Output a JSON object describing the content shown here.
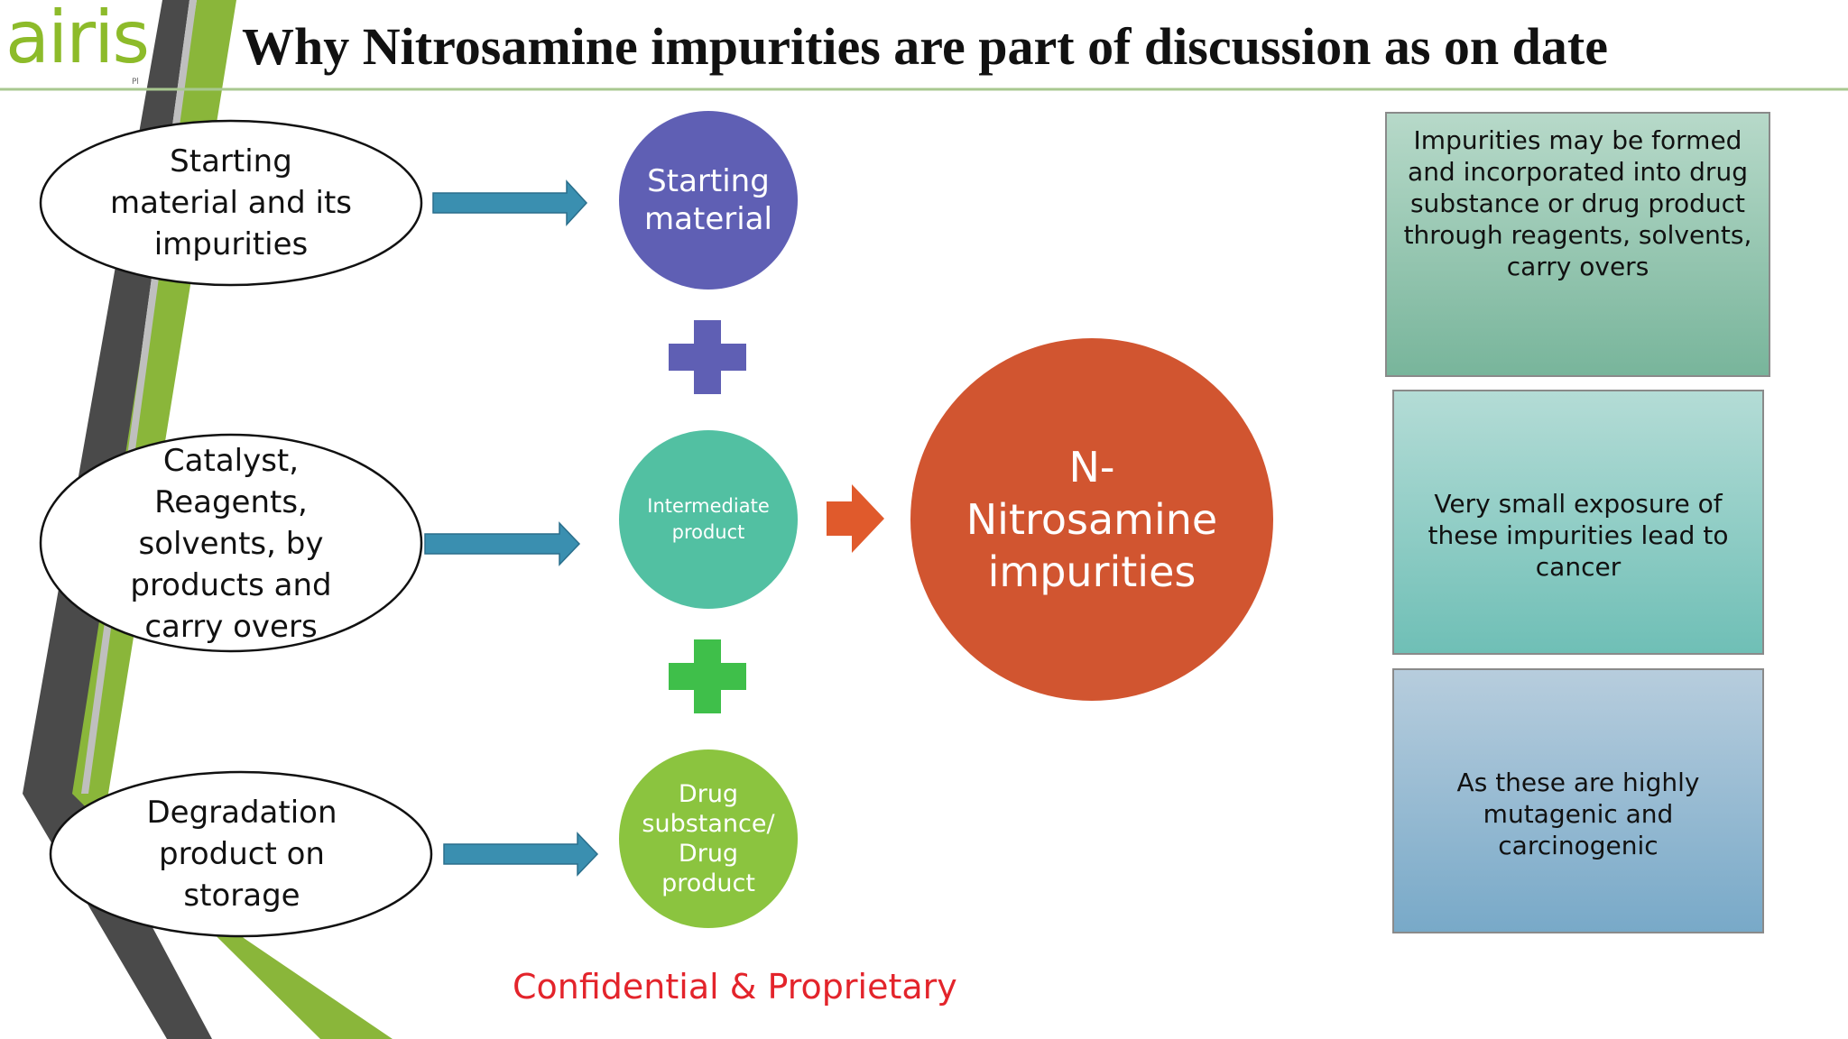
{
  "logo": {
    "text": "airis",
    "subtext": "Pl"
  },
  "title": "Why Nitrosamine impurities are part of discussion as on date",
  "sources": [
    {
      "lines": [
        "Starting",
        "material and its",
        "impurities"
      ]
    },
    {
      "lines": [
        "Catalyst,",
        "Reagents,",
        "solvents, by",
        "products and",
        "carry overs"
      ]
    },
    {
      "lines": [
        "Degradation",
        "product on",
        "storage"
      ]
    }
  ],
  "stages": [
    {
      "lines": [
        "Starting",
        "material"
      ],
      "color": "#5f5fb4"
    },
    {
      "lines": [
        "Intermediate",
        "product"
      ],
      "color": "#52c0a2"
    },
    {
      "lines": [
        "Drug",
        "substance/",
        "Drug",
        "product"
      ],
      "color": "#8bc43f"
    }
  ],
  "plus_colors": [
    "#5f5fb4",
    "#3fbf4a"
  ],
  "result": {
    "lines": [
      "N-",
      "Nitrosamine",
      "impurities"
    ],
    "color": "#d15530"
  },
  "notes": [
    {
      "text": "Impurities may be formed and incorporated into drug substance or drug product through reagents, solvents, carry overs"
    },
    {
      "text": "Very small exposure of these impurities lead to cancer"
    },
    {
      "text": "As these are highly mutagenic and carcinogenic"
    }
  ],
  "footer": "Confidential & Proprietary",
  "colors": {
    "arrow_blue": "#3a8fb0",
    "arrow_orange": "#e05a2c",
    "stripe_dark": "#4a4a4a",
    "stripe_green": "#8ab63a"
  }
}
